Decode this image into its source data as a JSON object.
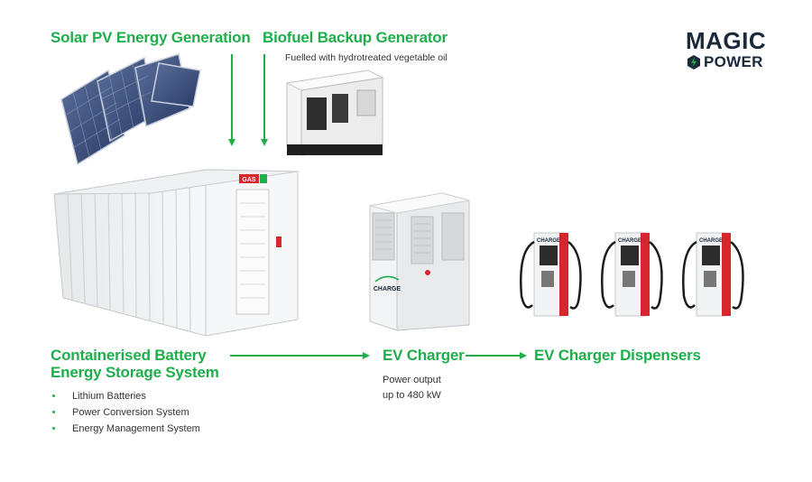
{
  "headings": {
    "solar": "Solar PV Energy Generation",
    "biofuel": "Biofuel Backup Generator",
    "battery_line1": "Containerised Battery",
    "battery_line2": "Energy Storage System",
    "ev_charger": "EV Charger",
    "dispensers": "EV Charger Dispensers"
  },
  "subtexts": {
    "biofuel": "Fuelled with hydrotreated vegetable oil",
    "ev_power_line1": "Power output",
    "ev_power_line2": "up to 480 kW"
  },
  "battery_components": [
    "Lithium Batteries",
    "Power Conversion System",
    "Energy Management System"
  ],
  "labels": {
    "charge": "CHARGE",
    "gas": "GAS"
  },
  "logo": {
    "line1": "MAGIC",
    "line2": "POWER"
  },
  "colors": {
    "accent_green": "#1fae4b",
    "logo_dark": "#1a2a3a"
  }
}
